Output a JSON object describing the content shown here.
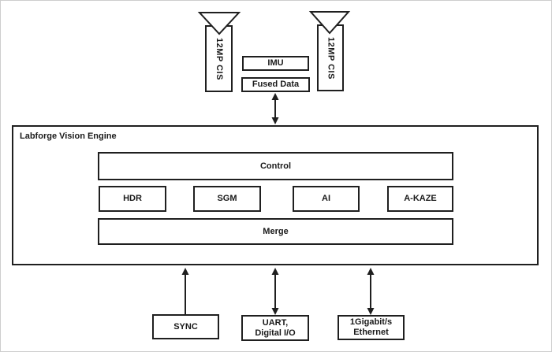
{
  "frame": {
    "background": "#ffffff",
    "border_color": "#cdcdcd",
    "stroke_color": "#1f1f1f"
  },
  "cameras": {
    "left": {
      "label": "12MP CIS"
    },
    "right": {
      "label": "12MP CIS"
    }
  },
  "sensors": {
    "imu_label": "IMU",
    "fused_label": "Fused Data"
  },
  "engine": {
    "title": "Labforge Vision Engine",
    "control_label": "Control",
    "pipeline": [
      {
        "label": "HDR"
      },
      {
        "label": "SGM"
      },
      {
        "label": "AI"
      },
      {
        "label": "A-KAZE"
      }
    ],
    "merge_label": "Merge"
  },
  "io": {
    "sync_label": "SYNC",
    "uart": {
      "line1": "UART,",
      "line2": "Digital I/O"
    },
    "ethernet": {
      "line1": "1Gigabit/s",
      "line2": "Ethernet"
    }
  }
}
